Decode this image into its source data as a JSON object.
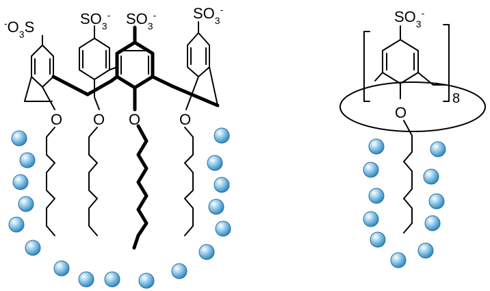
{
  "left_molecule": {
    "sulfonate_labels": [
      "-O3S",
      "SO3-",
      "SO3-",
      "SO3-"
    ],
    "oxygen_labels": [
      "O",
      "O",
      "O",
      "O"
    ]
  },
  "right_molecule": {
    "sulfonate_label": "SO3-",
    "oxygen_label": "O",
    "repeat_subscript": "8"
  },
  "water_bead_color": "#4aa3d6"
}
